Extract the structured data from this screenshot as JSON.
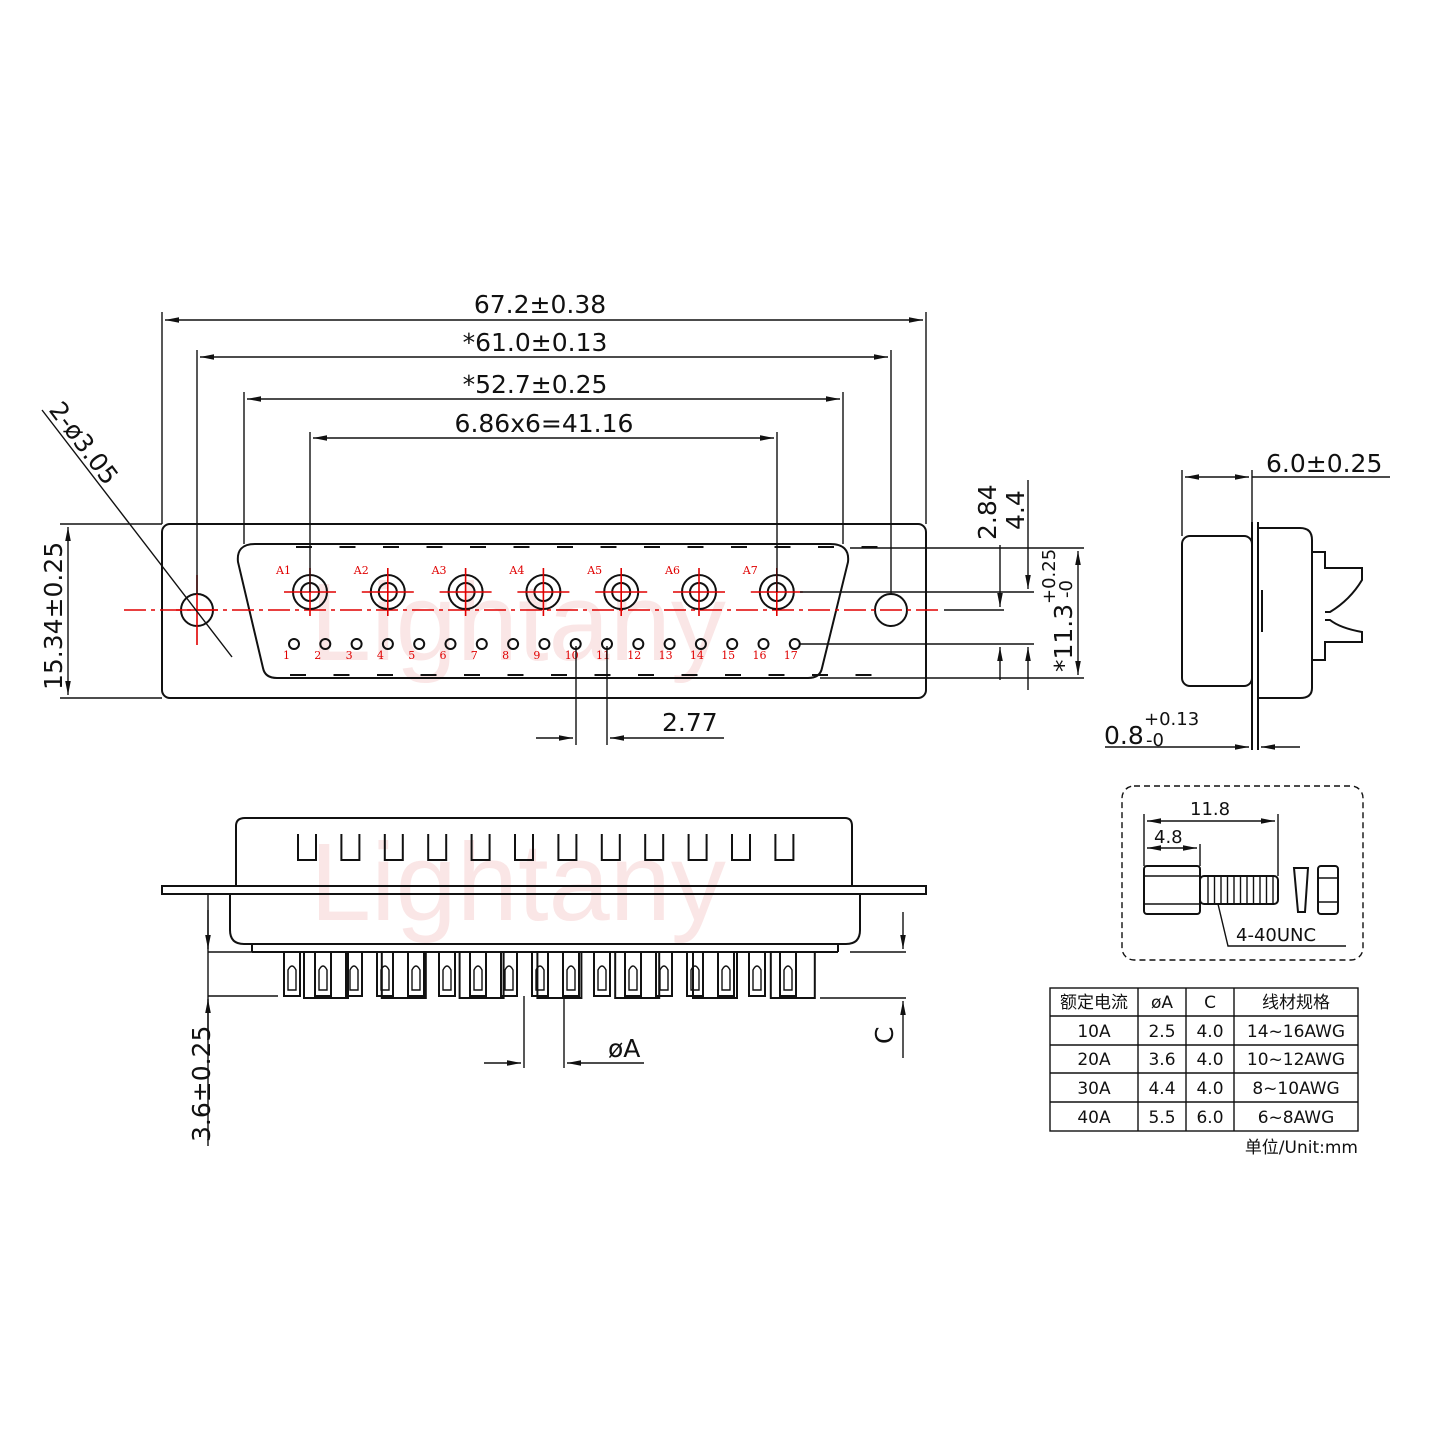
{
  "watermark": "Lightany",
  "top_view": {
    "dim_overall": "67.2±0.38",
    "dim_mount": "*61.0±0.13",
    "dim_shell": "*52.7±0.25",
    "dim_pitch": "6.86x6=41.16",
    "dim_holes": "2-ø3.05",
    "dim_height": "15.34±0.25",
    "dim_2_84": "2.84",
    "dim_4_4": "4.4",
    "dim_shell_h_main": "*11.3",
    "dim_shell_h_tol_plus": "+0.25",
    "dim_shell_h_tol_minus": "-0",
    "dim_pin_pitch": "2.77",
    "power_pins": [
      "A1",
      "A2",
      "A3",
      "A4",
      "A5",
      "A6",
      "A7"
    ],
    "signal_pins": [
      "1",
      "2",
      "3",
      "4",
      "5",
      "6",
      "7",
      "8",
      "9",
      "10",
      "11",
      "12",
      "13",
      "14",
      "15",
      "16",
      "17"
    ]
  },
  "side_view": {
    "dim_depth": "6.0±0.25",
    "dim_flange_main": "0.8",
    "dim_flange_tol_plus": "+0.13",
    "dim_flange_tol_minus": "-0"
  },
  "front_view": {
    "dim_tail": "3.6±0.25",
    "dim_phi_a": "øA",
    "dim_c": "C"
  },
  "screw_detail": {
    "dim_total": "11.8",
    "dim_hex": "4.8",
    "thread": "4-40UNC"
  },
  "spec_table": {
    "headers": [
      "额定电流",
      "øA",
      "C",
      "线材规格"
    ],
    "rows": [
      [
        "10A",
        "2.5",
        "4.0",
        "14~16AWG"
      ],
      [
        "20A",
        "3.6",
        "4.0",
        "10~12AWG"
      ],
      [
        "30A",
        "4.4",
        "4.0",
        "8~10AWG"
      ],
      [
        "40A",
        "5.5",
        "6.0",
        "6~8AWG"
      ]
    ],
    "unit_note": "单位/Unit:mm"
  }
}
